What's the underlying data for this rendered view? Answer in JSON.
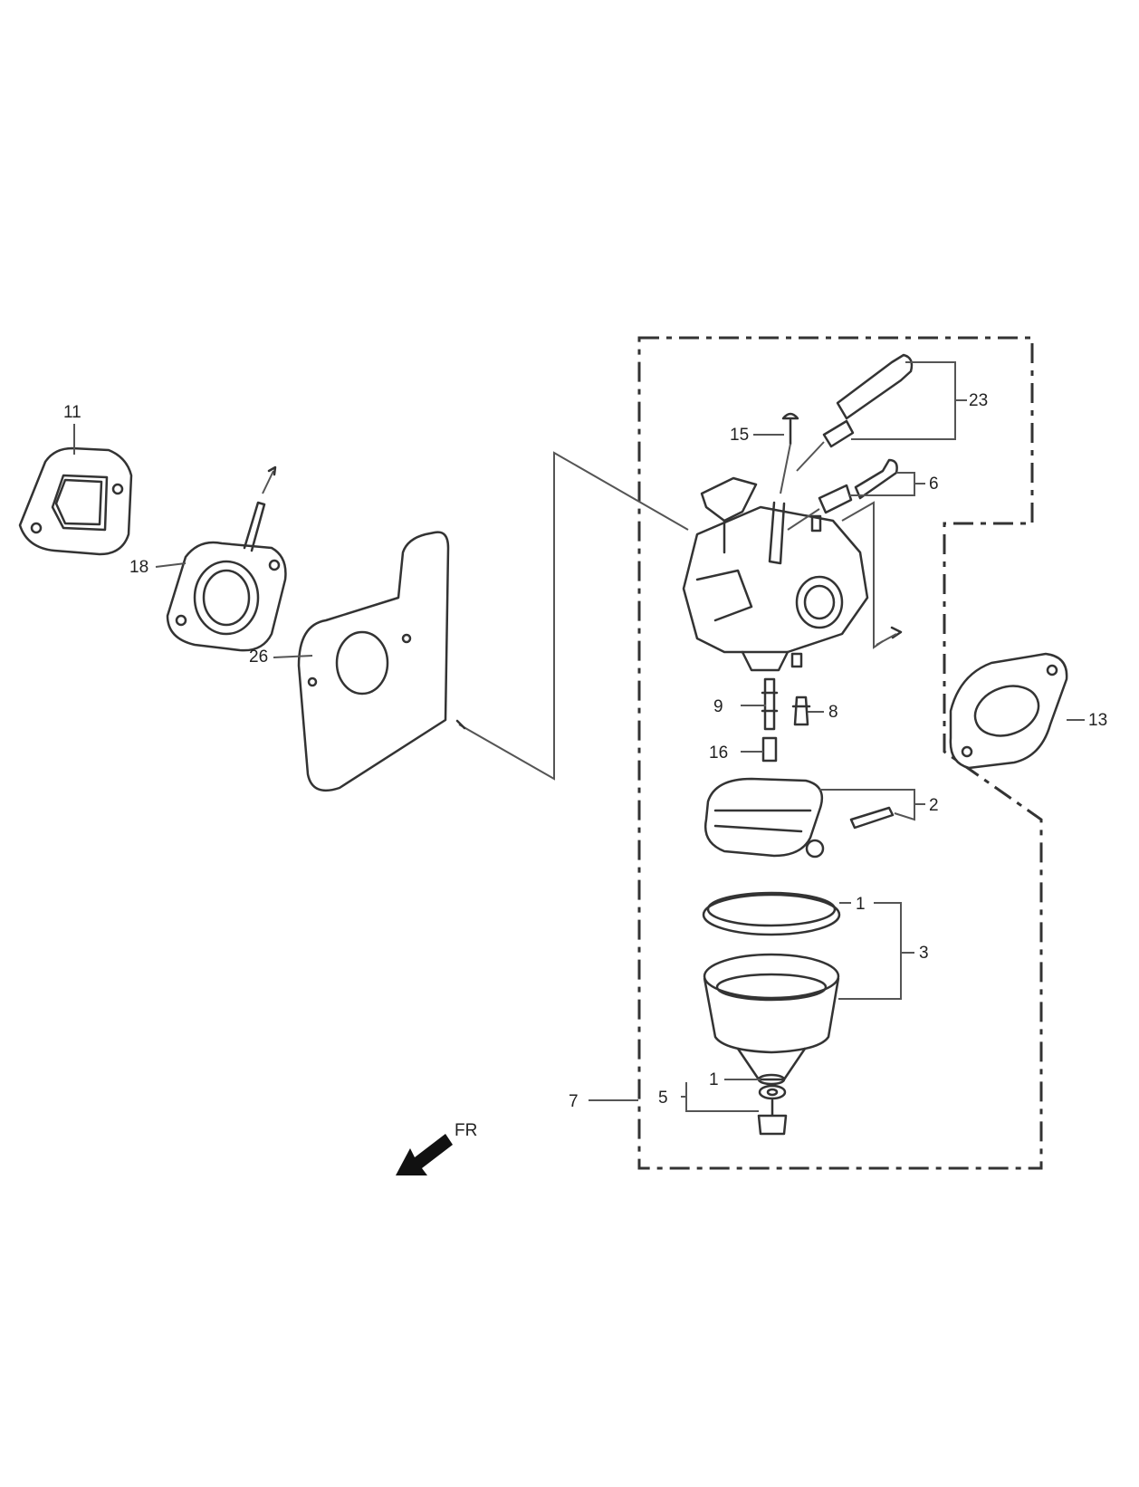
{
  "diagram": {
    "callouts": [
      {
        "id": "c11",
        "text": "11"
      },
      {
        "id": "c18",
        "text": "18"
      },
      {
        "id": "c26",
        "text": "26"
      },
      {
        "id": "c15",
        "text": "15"
      },
      {
        "id": "c23",
        "text": "23"
      },
      {
        "id": "c6",
        "text": "6"
      },
      {
        "id": "c9",
        "text": "9"
      },
      {
        "id": "c8",
        "text": "8"
      },
      {
        "id": "c16",
        "text": "16"
      },
      {
        "id": "c13",
        "text": "13"
      },
      {
        "id": "c2",
        "text": "2"
      },
      {
        "id": "c1a",
        "text": "1"
      },
      {
        "id": "c3",
        "text": "3"
      },
      {
        "id": "c1b",
        "text": "1"
      },
      {
        "id": "c5",
        "text": "5"
      },
      {
        "id": "c7",
        "text": "7"
      }
    ],
    "direction_label": "FR"
  }
}
